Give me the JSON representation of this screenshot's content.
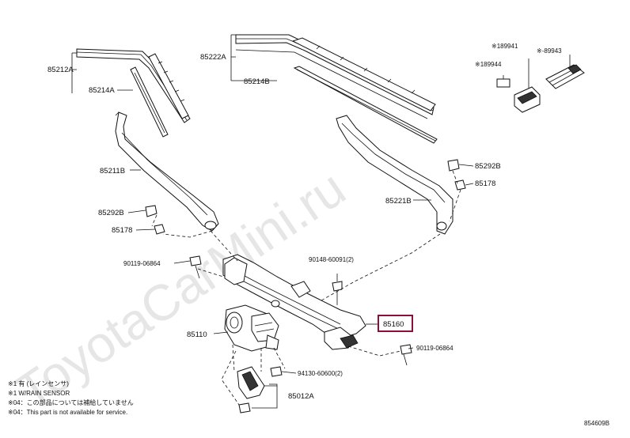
{
  "watermark": "ToyotaCarMini.ru",
  "diagram_code": "854609B",
  "highlight_color": "#8b0f3a",
  "labels": {
    "p85212A": "85212A",
    "p85214A": "85214A",
    "p85222A": "85222A",
    "p85214B": "85214B",
    "p189941": "※189941",
    "p189944": "※189944",
    "p89943": "※-89943",
    "p85211B": "85211B",
    "p85292B_left": "85292B",
    "p85178_left": "85178",
    "p85292B_right": "85292B",
    "p85178_right": "85178",
    "p85221B": "85221B",
    "p90119_left": "90119-06864",
    "p90148": "90148-60091(2)",
    "p85160": "85160",
    "p85110": "85110",
    "p90119_right": "90119-06864",
    "p94130": "94130-60600(2)",
    "p85012A": "85012A"
  },
  "notes": [
    "※1 有 (レインセンサ)",
    "※1 W/RAIN SENSOR",
    "※04：この部品については補給していません",
    "※04：This part is not available for service."
  ]
}
